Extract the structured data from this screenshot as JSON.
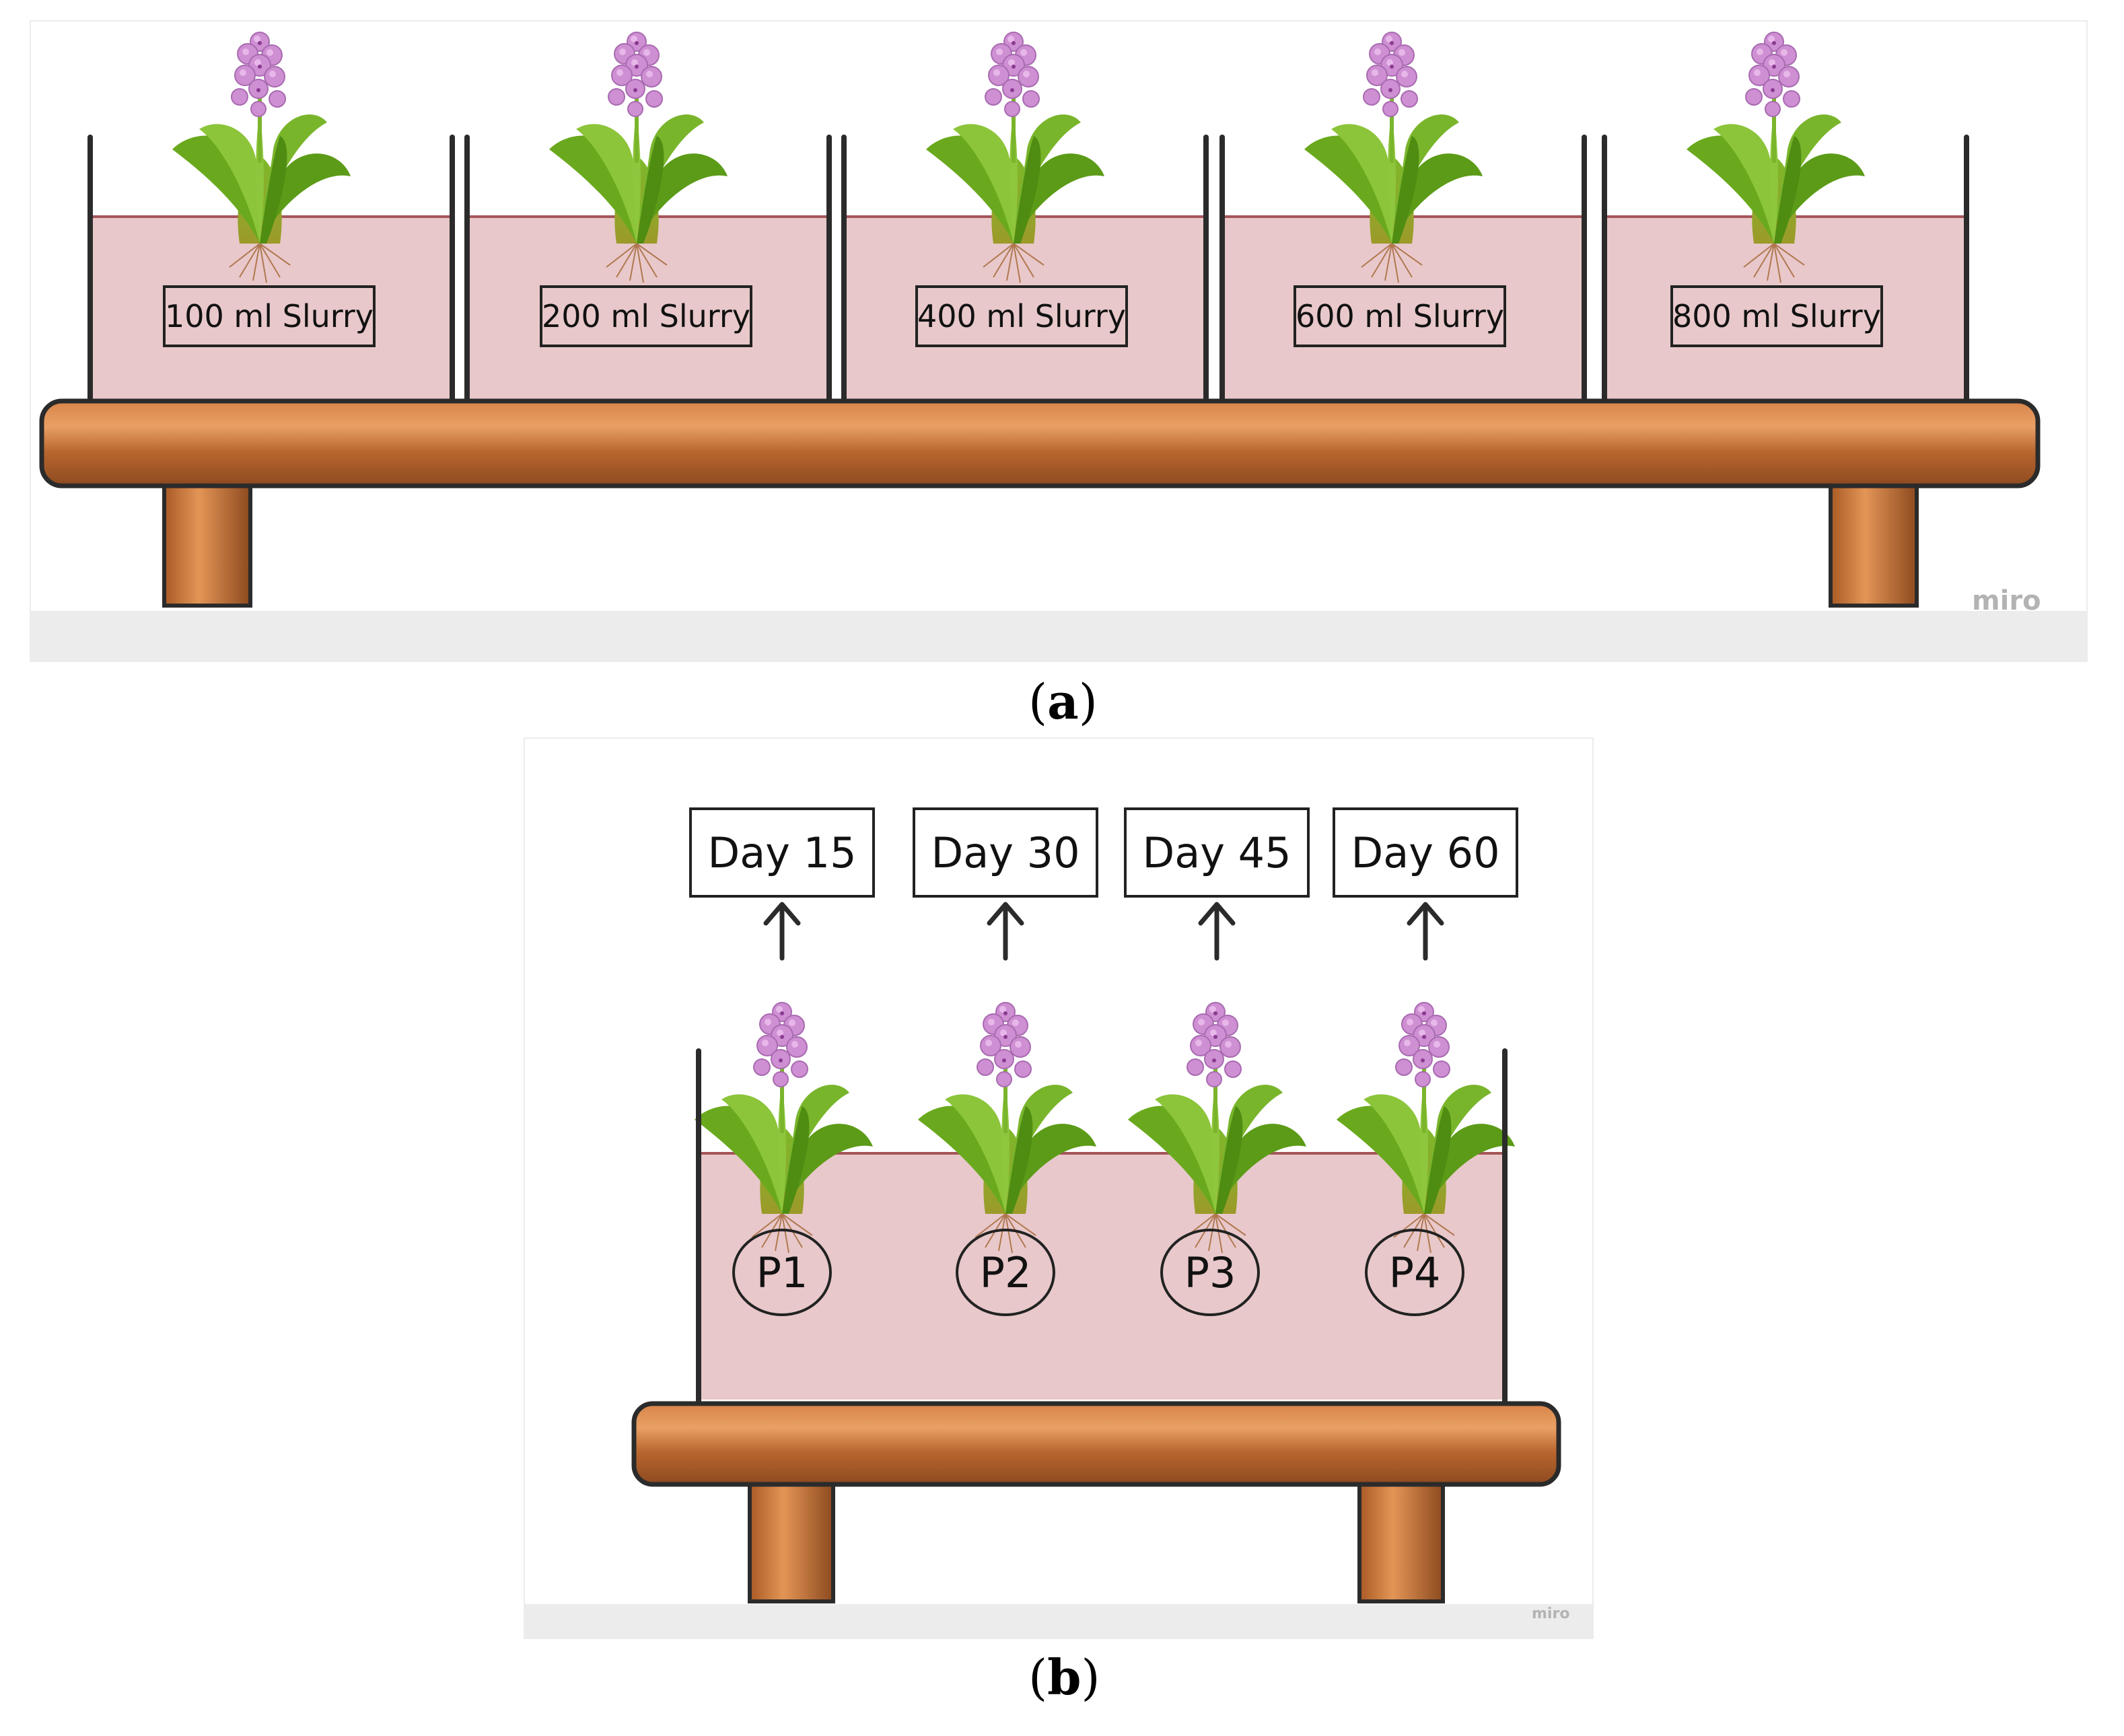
{
  "panel_a": {
    "caption_open": "(",
    "caption_letter": "a",
    "caption_close": ")",
    "watermark": "miro",
    "containers": [
      {
        "label": "100 ml Slurry"
      },
      {
        "label": "200 ml Slurry"
      },
      {
        "label": "400 ml Slurry"
      },
      {
        "label": "600 ml Slurry"
      },
      {
        "label": "800 ml Slurry"
      }
    ]
  },
  "panel_b": {
    "caption_open": "(",
    "caption_letter": "b",
    "caption_close": ")",
    "watermark": "miro",
    "days": [
      "Day 15",
      "Day 30",
      "Day 45",
      "Day 60"
    ],
    "plants": [
      "P1",
      "P2",
      "P3",
      "P4"
    ]
  },
  "colors": {
    "water": "#e8c8ca",
    "water_line": "#a5555a",
    "wood": "#c8753a",
    "wood_highlight": "#e3955a",
    "outline": "#2b2b2b",
    "leaf": "#6aa91e",
    "flower": "#cf8fd3"
  }
}
